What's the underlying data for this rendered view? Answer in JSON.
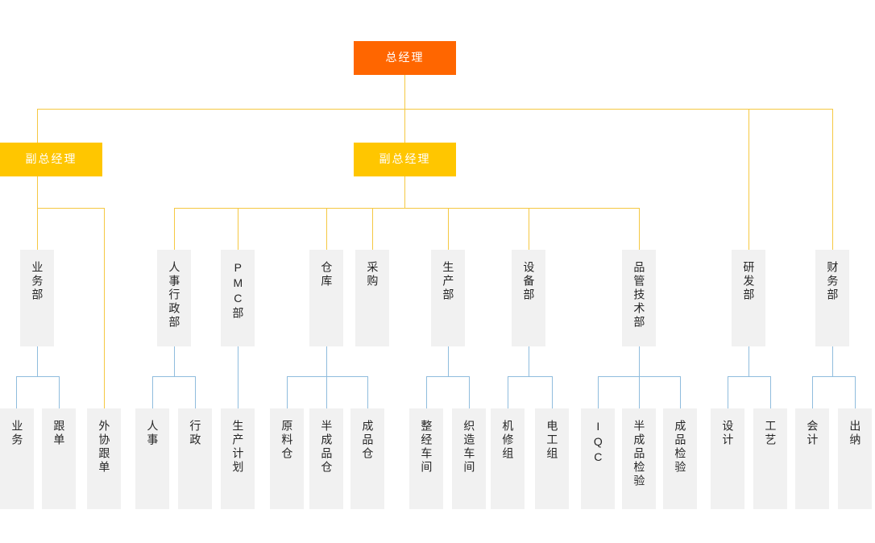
{
  "chart_title": "",
  "colors": {
    "level1_box": "#ff6600",
    "level2_box": "#ffc600",
    "level3_box": "#f1f1f1",
    "level4_box": "#f1f1f1",
    "level1_text": "#ffffff",
    "level2_text": "#ffffff",
    "node_text": "#262626",
    "connector_yellow": "#f5c842",
    "connector_blue": "#8fbcdd",
    "background": "#ffffff"
  },
  "levels": {
    "level1": [
      {
        "id": "gm",
        "label": "总经理"
      }
    ],
    "level2": [
      {
        "id": "dgm-left",
        "label": "副总经理"
      },
      {
        "id": "dgm-mid",
        "label": "副总经理"
      }
    ],
    "level3": [
      {
        "id": "sales-dept",
        "label": "业务部",
        "parent": "dgm-left"
      },
      {
        "id": "hr-admin-dept",
        "label": "人事行政部",
        "parent": "dgm-mid"
      },
      {
        "id": "pmc-dept",
        "label": "PMC部",
        "parent": "dgm-mid"
      },
      {
        "id": "warehouse",
        "label": "仓库",
        "parent": "dgm-mid"
      },
      {
        "id": "purchasing",
        "label": "采购",
        "parent": "dgm-mid"
      },
      {
        "id": "production-dept",
        "label": "生产部",
        "parent": "dgm-mid"
      },
      {
        "id": "equipment-dept",
        "label": "设备部",
        "parent": "dgm-mid"
      },
      {
        "id": "qa-tech-dept",
        "label": "品管技术部",
        "parent": "dgm-mid"
      },
      {
        "id": "rd-dept",
        "label": "研发部",
        "parent": "gm"
      },
      {
        "id": "finance-dept",
        "label": "财务部",
        "parent": "gm"
      }
    ],
    "level4": [
      {
        "id": "sales",
        "label": "业务",
        "parent": "sales-dept"
      },
      {
        "id": "merchandising",
        "label": "跟单",
        "parent": "sales-dept"
      },
      {
        "id": "outsourcing",
        "label": "外协跟单",
        "parent": "dgm-left"
      },
      {
        "id": "hr",
        "label": "人事",
        "parent": "hr-admin-dept"
      },
      {
        "id": "admin",
        "label": "行政",
        "parent": "hr-admin-dept"
      },
      {
        "id": "prod-plan",
        "label": "生产计划",
        "parent": "pmc-dept"
      },
      {
        "id": "raw-warehouse",
        "label": "原料仓",
        "parent": "warehouse"
      },
      {
        "id": "semi-warehouse",
        "label": "半成品仓",
        "parent": "warehouse"
      },
      {
        "id": "fin-warehouse",
        "label": "成品仓",
        "parent": "warehouse"
      },
      {
        "id": "warping-shop",
        "label": "整经车间",
        "parent": "production-dept"
      },
      {
        "id": "weaving-shop",
        "label": "织造车间",
        "parent": "production-dept"
      },
      {
        "id": "mech-repair",
        "label": "机修组",
        "parent": "equipment-dept"
      },
      {
        "id": "electrician",
        "label": "电工组",
        "parent": "equipment-dept"
      },
      {
        "id": "iqc",
        "label": "IQC",
        "parent": "qa-tech-dept"
      },
      {
        "id": "semi-inspect",
        "label": "半成品检验",
        "parent": "qa-tech-dept"
      },
      {
        "id": "fin-inspect",
        "label": "成品检验",
        "parent": "qa-tech-dept"
      },
      {
        "id": "design",
        "label": "设计",
        "parent": "rd-dept"
      },
      {
        "id": "process",
        "label": "工艺",
        "parent": "rd-dept"
      },
      {
        "id": "accounting",
        "label": "会计",
        "parent": "finance-dept"
      },
      {
        "id": "cashier",
        "label": "出纳",
        "parent": "finance-dept"
      }
    ]
  }
}
